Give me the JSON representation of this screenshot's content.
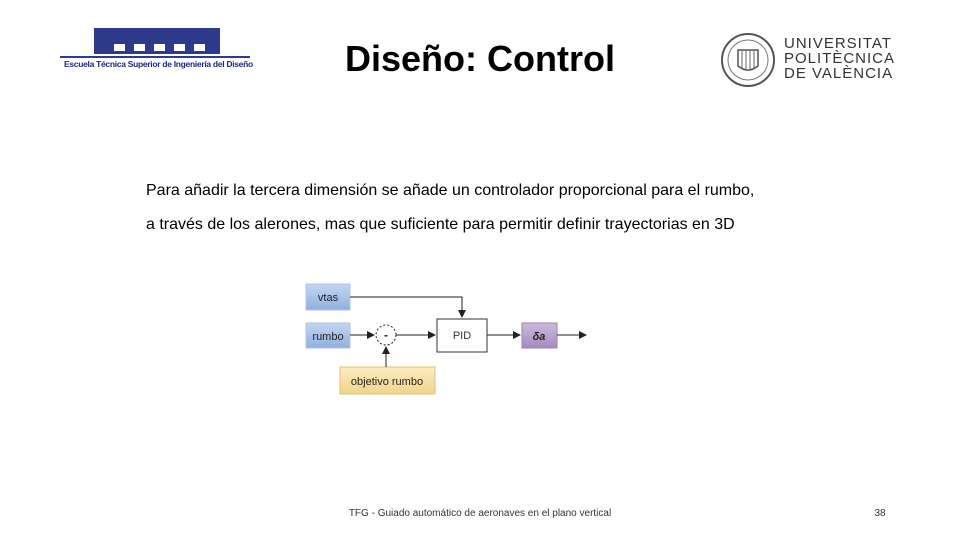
{
  "header": {
    "school_name": "Escuela Técnica Superior de Ingeniería del Diseño",
    "title": "Diseño: Control",
    "university": [
      "UNIVERSITAT",
      "POLITÈCNICA",
      "DE VALÈNCIA"
    ]
  },
  "body": {
    "line1": "Para añadir la tercera dimensión se añade un controlador proporcional para el rumbo,",
    "line2": "a través de los alerones, mas que suficiente para permitir definir trayectorias en 3D"
  },
  "diagram": {
    "vtas": "vtas",
    "rumbo": "rumbo",
    "minus": "-",
    "pid": "PID",
    "output": "δa",
    "objetivo": "objetivo rumbo",
    "colors": {
      "input_blue": "#a8c4ea",
      "output_purple": "#b8a2cc",
      "target_yellow": "#f7e0a0"
    }
  },
  "footer": {
    "caption": "TFG - Guiado automático de aeronaves en el plano vertical",
    "page": "38"
  }
}
